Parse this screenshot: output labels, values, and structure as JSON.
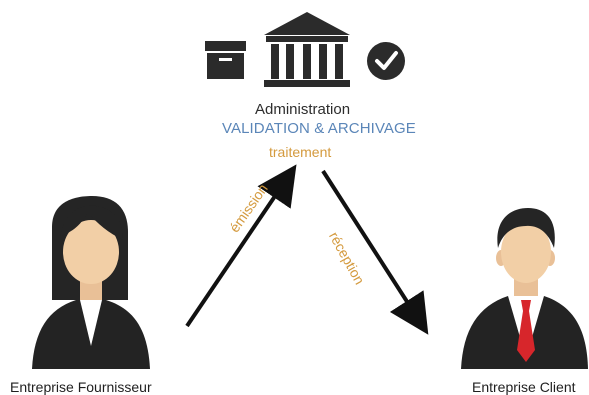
{
  "colors": {
    "icon_dark": "#2b2b2b",
    "blue_text": "#5b86b8",
    "orange_text": "#d49a3e",
    "skin": "#f2cfa6",
    "suit": "#232323",
    "tie": "#d7262b"
  },
  "icons": {
    "archive": "archive-box-icon",
    "building": "government-building-icon",
    "check": "check-circle-icon"
  },
  "administration": {
    "title": "Administration",
    "subtitle": "VALIDATION & ARCHIVAGE",
    "processing": "traitement"
  },
  "flows": {
    "emission": "émission",
    "reception": "réception"
  },
  "actors": {
    "supplier": "Entreprise Fournisseur",
    "client": "Entreprise Client"
  }
}
